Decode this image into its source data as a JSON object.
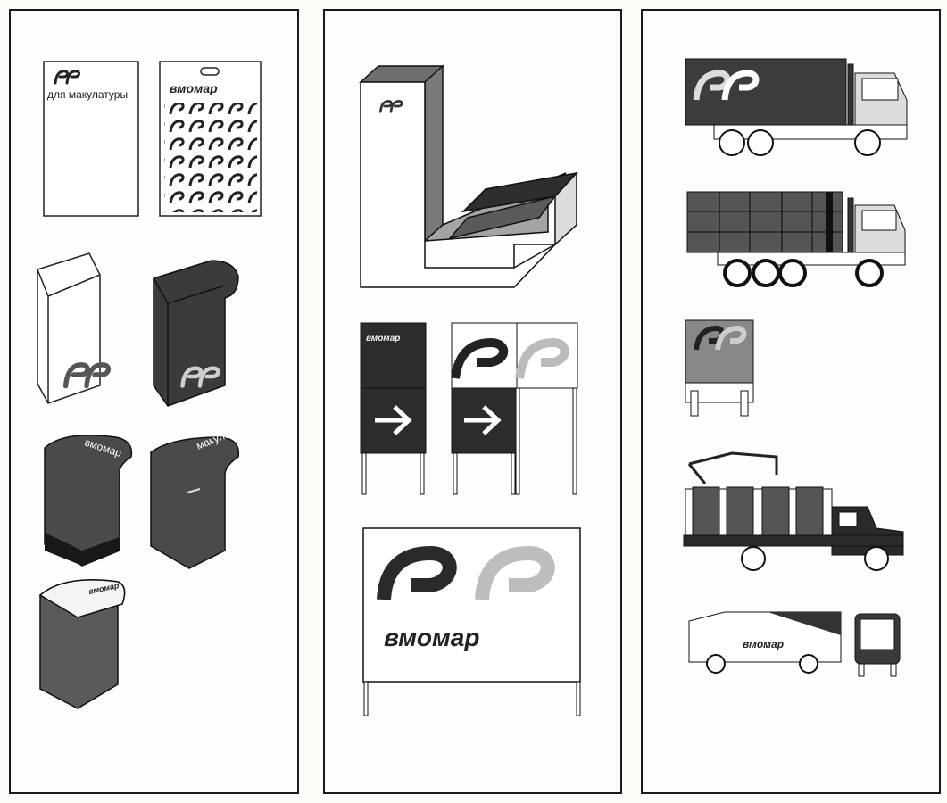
{
  "brand": {
    "name": "вмомар",
    "bag_caption": "для макулатуры",
    "container_caption": "макулатура"
  },
  "colors": {
    "ink": "#1c1c1c",
    "dark": "#3a3a3a",
    "mid": "#6e6e6e",
    "light": "#a8a8a8",
    "paper": "#fdfdfb"
  },
  "icons": [
    "pp-logo",
    "arrow-right"
  ]
}
